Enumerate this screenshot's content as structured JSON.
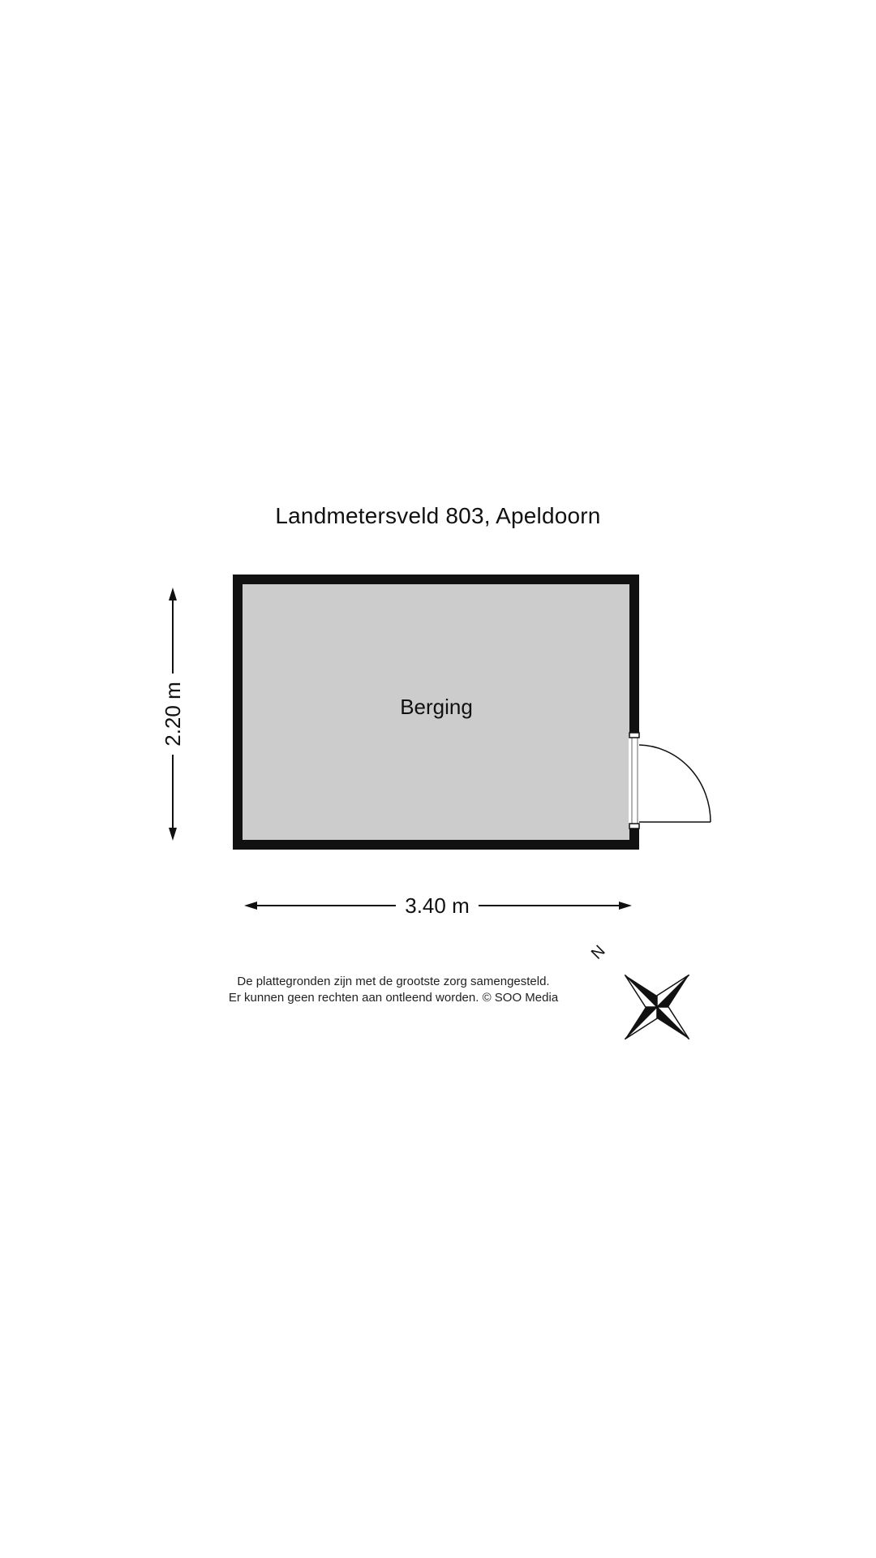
{
  "title": "Landmetersveld 803, Apeldoorn",
  "room": {
    "name": "Berging",
    "fill_color": "#cccccc",
    "wall_color": "#111111"
  },
  "dimensions": {
    "width_label": "3.40 m",
    "height_label": "2.20 m"
  },
  "compass": {
    "north_label": "N"
  },
  "disclaimer": {
    "line1": "De plattegronden zijn met de grootste zorg samengesteld.",
    "line2": "Er kunnen geen rechten aan ontleend worden. © SOO Media"
  }
}
